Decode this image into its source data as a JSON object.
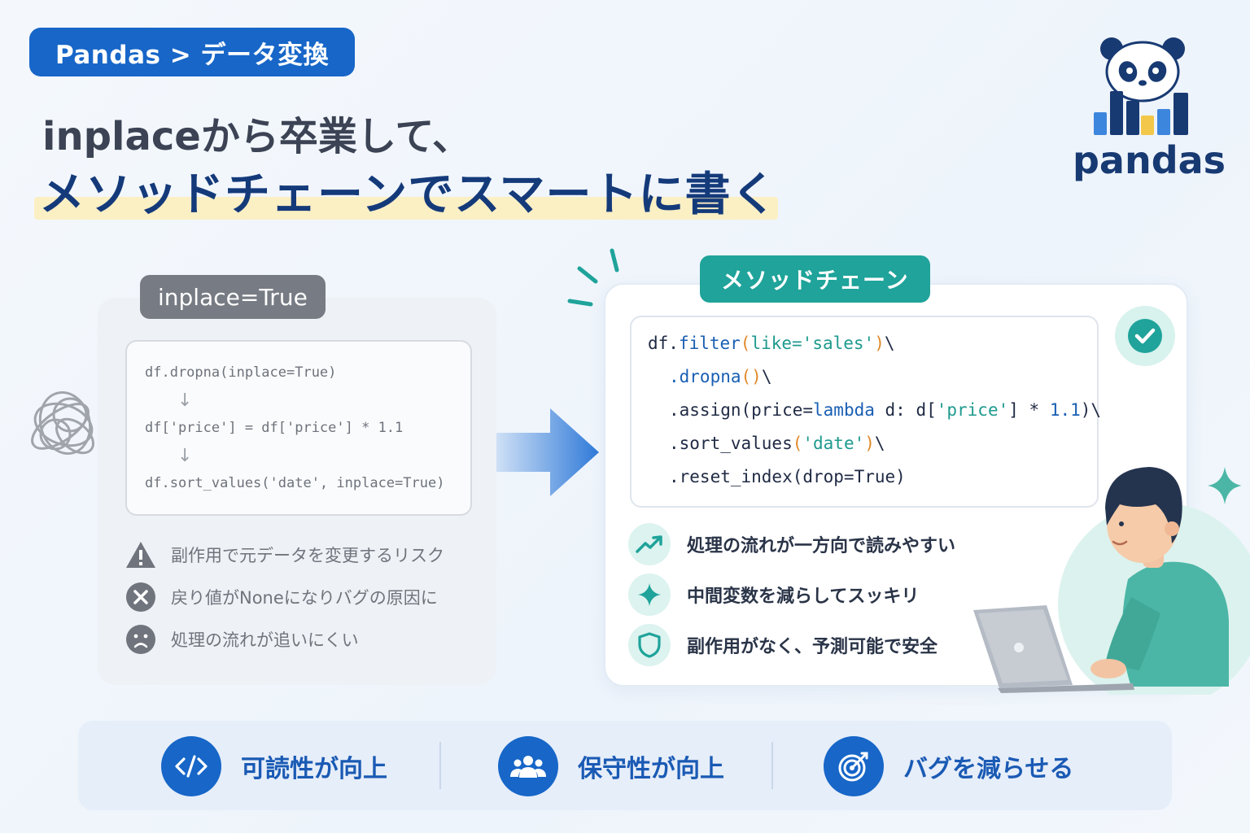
{
  "breadcrumb": "Pandas > データ変換",
  "title": {
    "line1": "inplaceから卒業して、",
    "line2": "メソッドチェーンでスマートに書く"
  },
  "logo": {
    "text": "pandas",
    "icon": "panda-bar-chart-icon"
  },
  "left": {
    "badge": "inplace=True",
    "code": [
      "df.dropna(inplace=True)",
      "df['price'] = df['price'] * 1.1",
      "df.sort_values('date', inplace=True)"
    ],
    "risks": [
      {
        "icon": "warning-icon",
        "text": "副作用で元データを変更するリスク"
      },
      {
        "icon": "x-circle-icon",
        "text": "戻り値がNoneになりバグの原因に"
      },
      {
        "icon": "sad-face-icon",
        "text": "処理の流れが追いにくい"
      }
    ]
  },
  "right": {
    "badge": "メソッドチェーン",
    "code": {
      "l1a": "df.",
      "l1fn": "filter",
      "l1p1": "(",
      "l1b": "like=",
      "l1s": "'sales'",
      "l1p2": ")",
      "l1e": "\\",
      "l2a": ".dropna",
      "l2p": "()",
      "l2e": "\\",
      "l3a": ".assign(price=",
      "l3fn": "lambda",
      "l3b": " d: d[",
      "l3s": "'price'",
      "l3c": "] * ",
      "l3n": "1.1",
      "l3e": ")\\",
      "l4a": ".sort_values",
      "l4p1": "(",
      "l4s": "'date'",
      "l4p2": ")",
      "l4e": "\\",
      "l5a": ".reset_index(drop=",
      "l5b": "True",
      "l5c": ")"
    },
    "benefits": [
      {
        "icon": "trend-up-icon",
        "text": "処理の流れが一方向で読みやすい"
      },
      {
        "icon": "sparkle-icon",
        "text": "中間変数を減らしてスッキリ"
      },
      {
        "icon": "shield-icon",
        "text": "副作用がなく、予測可能で安全"
      }
    ]
  },
  "features": [
    {
      "icon": "code-icon",
      "text": "可読性が向上"
    },
    {
      "icon": "team-icon",
      "text": "保守性が向上"
    },
    {
      "icon": "target-icon",
      "text": "バグを減らせる"
    }
  ],
  "colors": {
    "primary": "#1766c8",
    "teal": "#1fa39a",
    "navy": "#143a7a"
  }
}
